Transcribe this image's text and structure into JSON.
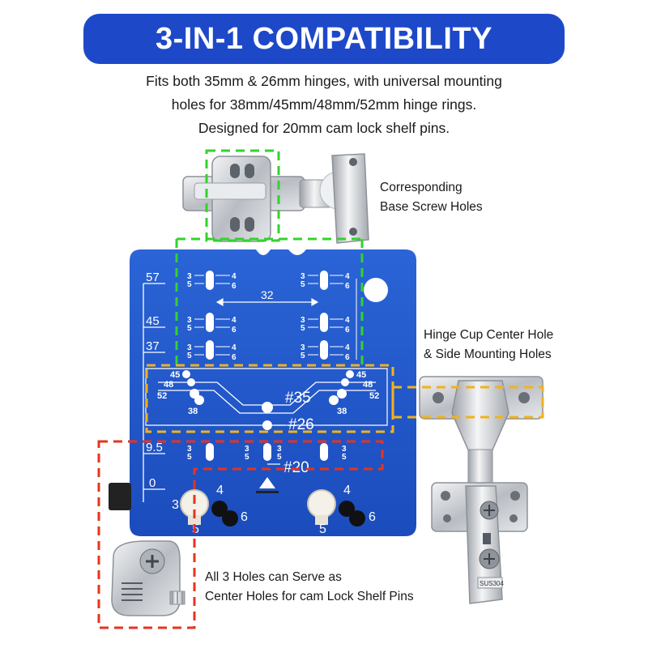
{
  "banner": {
    "title": "3-IN-1 COMPATIBILITY"
  },
  "subtitle": {
    "line1": "Fits both 35mm & 26mm hinges, with universal mounting",
    "line2": "holes for 38mm/45mm/48mm/52mm hinge rings.",
    "line3": "Designed for 20mm cam lock shelf pins."
  },
  "callouts": {
    "base_screw_holes": {
      "line1": "Corresponding",
      "line2": "Base Screw Holes"
    },
    "hinge_cup": {
      "line1": "Hinge Cup Center Hole",
      "line2": "& Side Mounting Holes"
    },
    "cam_lock": {
      "line1": "All 3 Holes can Serve as",
      "line2": "Center Holes for cam Lock Shelf Pins"
    }
  },
  "jig": {
    "scale_labels": {
      "s57": "57",
      "s45": "45",
      "s37": "37",
      "s95": "9.5",
      "s0": "0"
    },
    "hole_nums": {
      "n3": "3",
      "n4": "4",
      "n5": "5",
      "n6": "6"
    },
    "spacing_label": "32",
    "ring_labels": {
      "r45": "45",
      "r48": "48",
      "r52": "52",
      "r38": "38"
    },
    "cup_labels": {
      "c35": "#35",
      "c26": "#26",
      "c20": "#20"
    },
    "knob_labels": {
      "k3": "3",
      "k4": "4",
      "k5": "5",
      "k6": "6"
    }
  },
  "hinge": {
    "stamp": "SUS304"
  },
  "colors": {
    "banner_blue": "#1d49c9",
    "jig_blue": "#2157c9",
    "green_dash": "#32d32c",
    "yellow_dash": "#f2b21b",
    "red_dash": "#e5341f",
    "steel": "#c9ccd0"
  }
}
